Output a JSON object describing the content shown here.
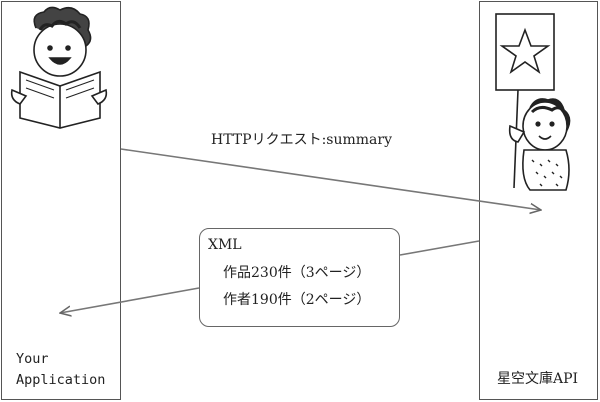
{
  "participants": {
    "left": {
      "label": "Your\nApplication"
    },
    "right": {
      "label": "星空文庫API"
    }
  },
  "request": {
    "label": "HTTPリクエスト:summary"
  },
  "response": {
    "title": "XML",
    "lines": [
      "作品230件（3ページ）",
      "作者190件（2ページ）"
    ]
  }
}
